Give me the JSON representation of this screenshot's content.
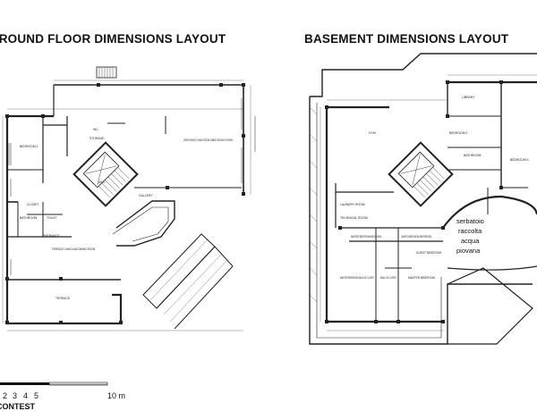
{
  "titles": {
    "ground": "GROUND FLOOR DIMENSIONS LAYOUT",
    "basement": "BASEMENT DIMENSIONS LAYOUT"
  },
  "ground_rooms": {
    "bedroom": "BEDROOM 1",
    "storage": "STORAGE",
    "wc": "WC",
    "open_space": "OPEN SPACE LIVING ROOM DINING ROOM KITCHEN",
    "bathroom": "BATHROOM",
    "toilet": "TOILET",
    "closet": "CLOSET",
    "entrance": "ENTRANCE",
    "terrace_living": "TERRACE LIVING AND DINING ROOM",
    "terrace": "TERRACE",
    "gallery": "GALLERY",
    "asc": "ASC."
  },
  "basement_rooms": {
    "gym": "GYM",
    "library": "LIBRARY",
    "bedroom2": "BEDROOM 2",
    "bathroom": "BATHROOM",
    "bedroom3": "BEDROOM 3",
    "laundry": "LAUNDRY ROOM",
    "technical": "TECHNICAL ROOM",
    "master_bath": "MASTER BEDROOM BATHROOM",
    "guest_bath": "GUEST BEDROOM BATHROOM",
    "master_walk": "MASTER BEDROOM WALK-IN CLOSET",
    "master_walk2": "WALK-IN CLOSET",
    "master_bed": "MASTER BEDROOM",
    "guest": "GUEST BEDROOM",
    "tank_1": "serbatoio",
    "tank_2": "raccolta",
    "tank_3": "acqua",
    "tank_4": "piovana"
  },
  "scale": {
    "n1": "2",
    "n2": "3",
    "n3": "4",
    "n4": "5",
    "end": "10 m"
  },
  "footer": "CONTEST"
}
